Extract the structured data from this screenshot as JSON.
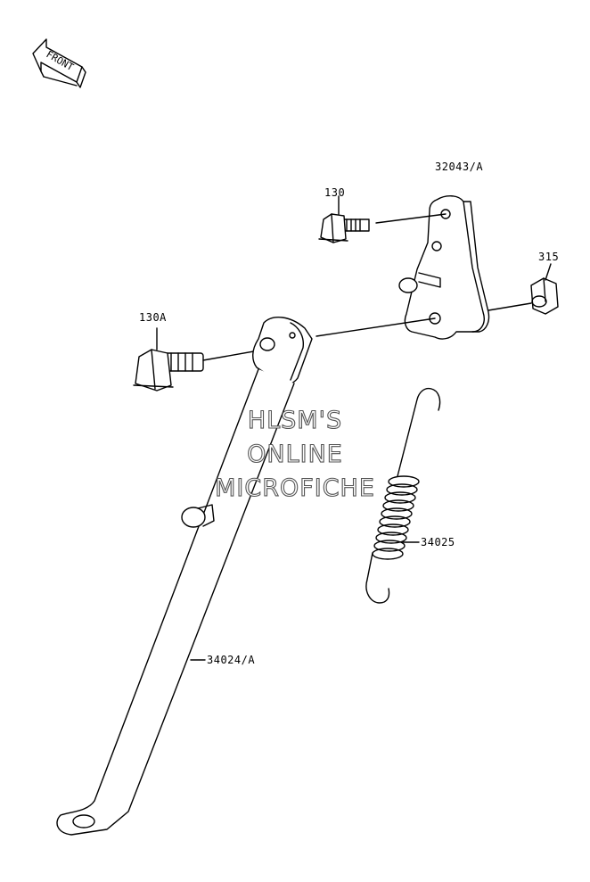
{
  "front_label": "FRONT",
  "parts": {
    "p32043": "32043/A",
    "p130": "130",
    "p315": "315",
    "p130a": "130A",
    "p34025": "34025",
    "p34024": "34024/A"
  },
  "watermark": {
    "line1": "HLSM'S",
    "line2": "ONLINE",
    "line3": "MICROFICHE"
  },
  "colors": {
    "line": "#000000",
    "watermark_outline": "#555555"
  }
}
